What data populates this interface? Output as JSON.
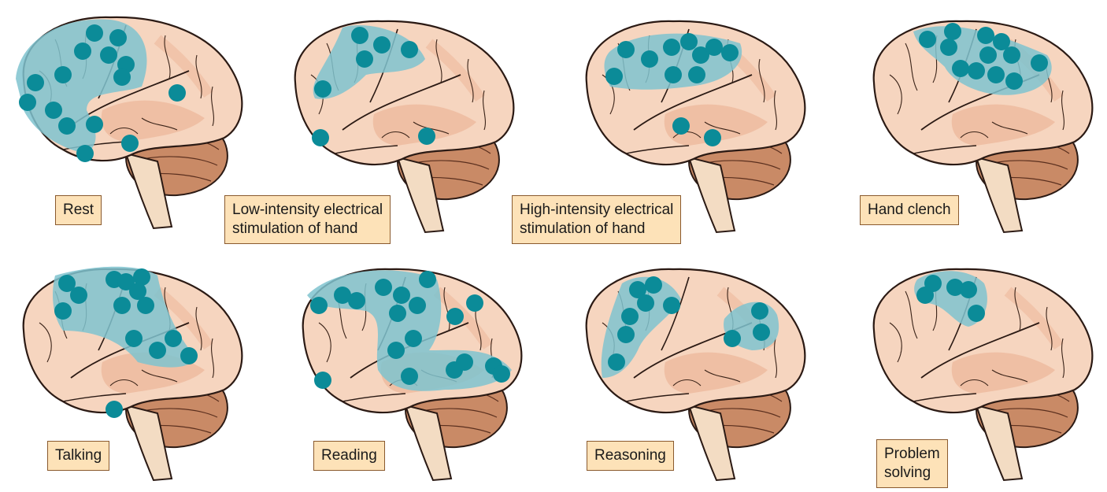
{
  "colors": {
    "brain_fill": "#f6d5bf",
    "brain_outline": "#2b1a14",
    "brain_shade": "#eeb99d",
    "cerebellum": "#c98a66",
    "brainstem": "#f3dcc3",
    "activity_region": "#7fc3cf",
    "activity_spot": "#0b8b98",
    "label_fill": "#fde2b8",
    "label_border": "#8a5a2e"
  },
  "panels": [
    {
      "id": "rest",
      "label": "Rest"
    },
    {
      "id": "low-stim",
      "label": "Low-intensity electrical\nstimulation of hand"
    },
    {
      "id": "high-stim",
      "label": "High-intensity electrical\nstimulation of hand"
    },
    {
      "id": "hand-clench",
      "label": "Hand clench"
    },
    {
      "id": "talking",
      "label": "Talking"
    },
    {
      "id": "reading",
      "label": "Reading"
    },
    {
      "id": "reasoning",
      "label": "Reasoning"
    },
    {
      "id": "problem-solving",
      "label": "Problem\nsolving"
    }
  ]
}
